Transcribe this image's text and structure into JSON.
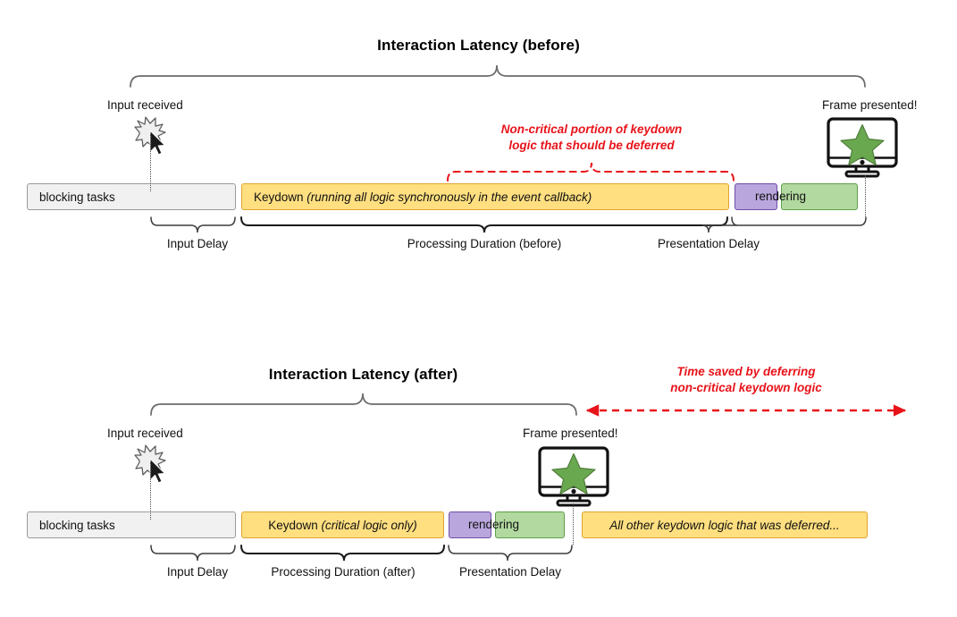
{
  "diagrams": [
    {
      "id": "before",
      "title": "Interaction Latency (before)",
      "input_caption": "Input received",
      "frame_caption": "Frame presented!",
      "red_note_line1": "Non-critical portion of keydown",
      "red_note_line2": "logic that should be deferred",
      "bars": [
        {
          "name": "blocking-tasks",
          "label": "blocking tasks",
          "kind": "blocking"
        },
        {
          "name": "keydown",
          "label_plain": "Keydown ",
          "label_italic": "(running all logic synchronously in the event callback)",
          "kind": "keydown"
        },
        {
          "name": "render-purple",
          "label": "",
          "kind": "purple"
        },
        {
          "name": "render-green",
          "label": "",
          "kind": "green"
        }
      ],
      "rendering_label": "rendering",
      "phase_labels": [
        "Input Delay",
        "Processing Duration (before)",
        "Presentation Delay"
      ]
    },
    {
      "id": "after",
      "title": "Interaction Latency (after)",
      "input_caption": "Input received",
      "frame_caption": "Frame presented!",
      "red_note_line1": "Time saved by deferring",
      "red_note_line2": "non-critical keydown logic",
      "bars": [
        {
          "name": "blocking-tasks",
          "label": "blocking tasks",
          "kind": "blocking"
        },
        {
          "name": "keydown",
          "label_plain": "Keydown ",
          "label_italic": "(critical logic only)",
          "kind": "keydown"
        },
        {
          "name": "render-purple",
          "label": "",
          "kind": "purple"
        },
        {
          "name": "render-green",
          "label": "",
          "kind": "green"
        },
        {
          "name": "deferred",
          "label_italic": "All other keydown logic that was deferred...",
          "kind": "keydown"
        }
      ],
      "rendering_label": "rendering",
      "phase_labels": [
        "Input Delay",
        "Processing Duration (after)",
        "Presentation Delay"
      ]
    }
  ],
  "icons": {
    "input_burst": "burst-cursor-icon",
    "frame": "monitor-star-icon"
  },
  "colors": {
    "keydown_fill": "#ffdf80",
    "keydown_stroke": "#e0a32e",
    "blocking_fill": "#f1f1f1",
    "blocking_stroke": "#9a9a9a",
    "purple_fill": "#b9a6dd",
    "purple_stroke": "#6f4fa8",
    "green_fill": "#b2d9a0",
    "green_stroke": "#5fa04a",
    "annotation_red": "#e8131a",
    "star_green": "#6aa84f",
    "brace_gray": "#6b6b6b"
  }
}
